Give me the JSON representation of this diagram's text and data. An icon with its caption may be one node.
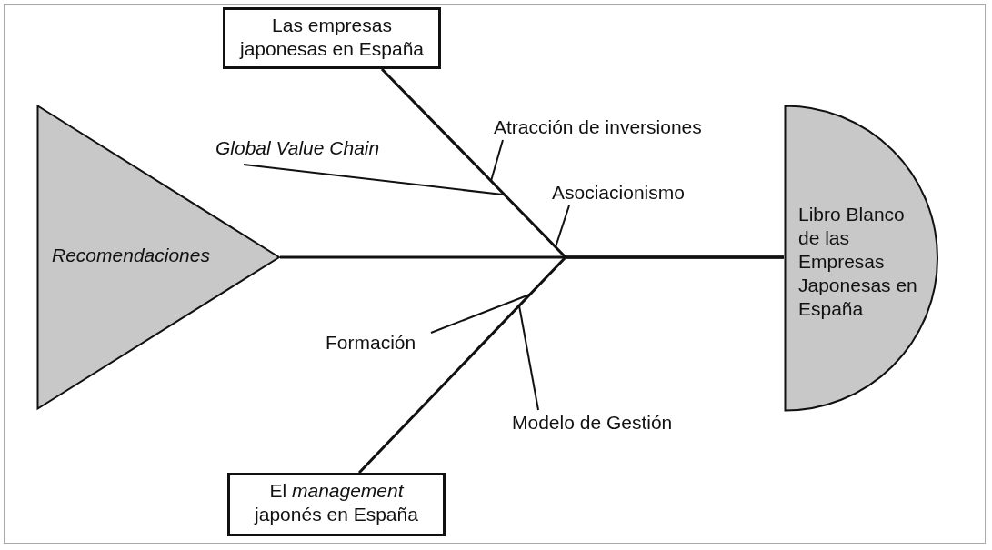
{
  "diagram": {
    "nodes": [
      {
        "text": [
          "Las empresas japonesas en España"
        ]
      },
      {
        "text": [
          "Atracción de inversiones"
        ]
      },
      {
        "text": [
          "Global Value Chain"
        ]
      },
      {
        "text": [
          "Asociacionismo"
        ]
      },
      {
        "text": [
          "Recomendaciones"
        ]
      },
      {
        "text": [
          "Libro Blanco de las Empresas Japonesas en España"
        ]
      },
      {
        "text": [
          "Formación"
        ]
      },
      {
        "text": [
          "Modelo de Gestión"
        ]
      },
      {
        "text": [
          "El *management* japonés en España"
        ]
      }
    ],
    "edges": [
      {
        "from": 4,
        "to": 5,
        "arrow": "none"
      },
      {
        "from": 0,
        "to": 5,
        "arrow": "none"
      },
      {
        "from": 8,
        "to": 5,
        "arrow": "none"
      },
      {
        "from": 1,
        "to": null,
        "arrow": "none"
      },
      {
        "from": 2,
        "to": null,
        "arrow": "none"
      },
      {
        "from": 3,
        "to": null,
        "arrow": "none"
      },
      {
        "from": 6,
        "to": null,
        "arrow": "none"
      },
      {
        "from": 7,
        "to": null,
        "arrow": "none"
      }
    ]
  }
}
